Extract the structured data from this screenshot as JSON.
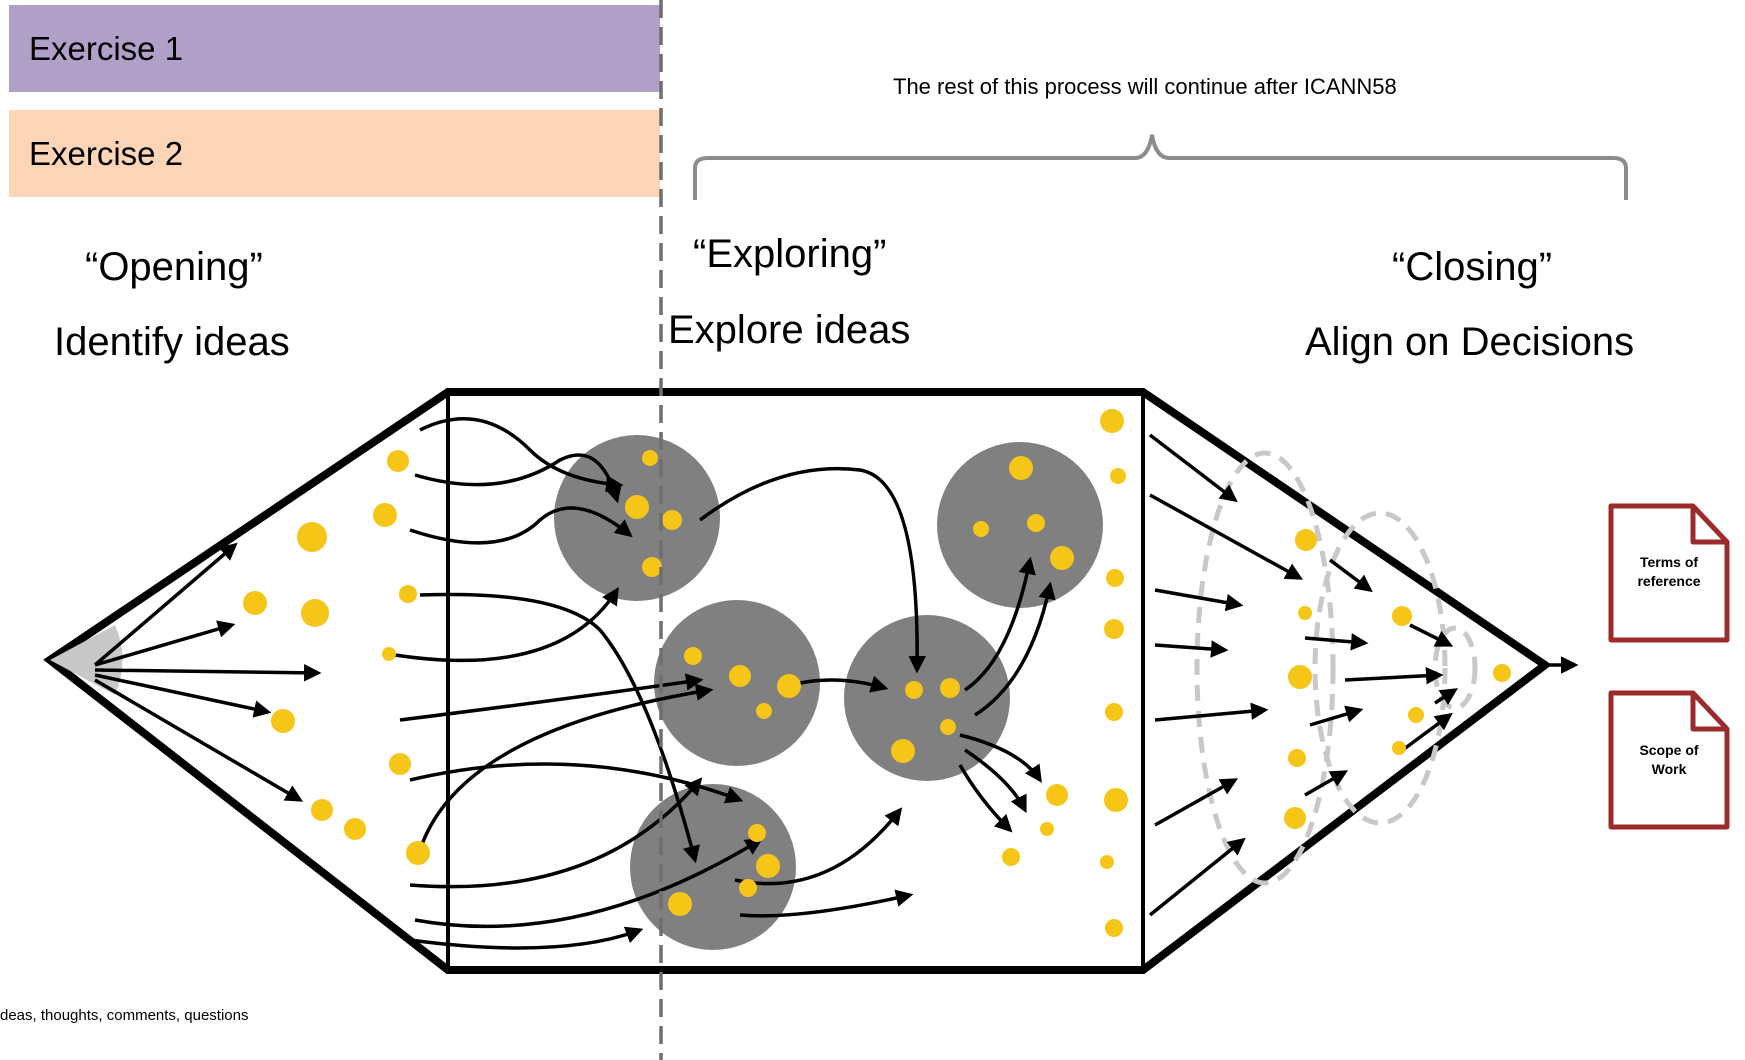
{
  "colors": {
    "exercise1": "#b0a0c8",
    "exercise2": "#fbd5b5",
    "dot": "#f5c518",
    "cluster": "#808080",
    "doc": "#9c2b2b"
  },
  "exercises": [
    {
      "label": "Exercise 1"
    },
    {
      "label": "Exercise 2"
    }
  ],
  "note": "The rest of this process will continue after ICANN58",
  "phases": {
    "opening": {
      "title": "“Opening”",
      "subtitle": "Identify ideas"
    },
    "exploring": {
      "title": "“Exploring”",
      "subtitle": "Explore ideas"
    },
    "closing": {
      "title": "“Closing”",
      "subtitle": "Align on Decisions"
    }
  },
  "outputs": [
    {
      "label_line1": "Terms of",
      "label_line2": "reference",
      "icon": "document-icon"
    },
    {
      "label_line1": "Scope of",
      "label_line2": "Work",
      "icon": "document-icon"
    }
  ],
  "footer": "deas, thoughts, comments, questions"
}
